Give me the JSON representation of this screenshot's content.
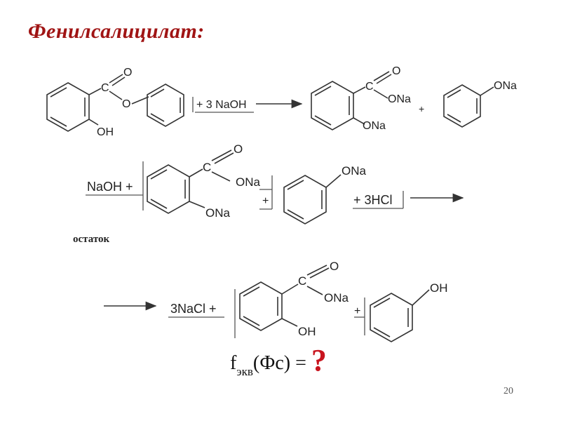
{
  "title": "Фенилсалицилат:",
  "label_ostatok": "остаток",
  "formula": {
    "f": "f",
    "sub": "экв",
    "arg": "(Фс) = ",
    "q": "?"
  },
  "page_number": "20",
  "atoms": {
    "C": "C",
    "O": "O",
    "OH": "OH",
    "ONa": "ONa"
  },
  "reactions": {
    "r1_reagent": "+ 3 NaOH",
    "r2_reagent_left": "NaOH +",
    "r2_reagent_right": "+ 3HCl",
    "r3_product_left": "3NaCl +",
    "plus": "+"
  }
}
